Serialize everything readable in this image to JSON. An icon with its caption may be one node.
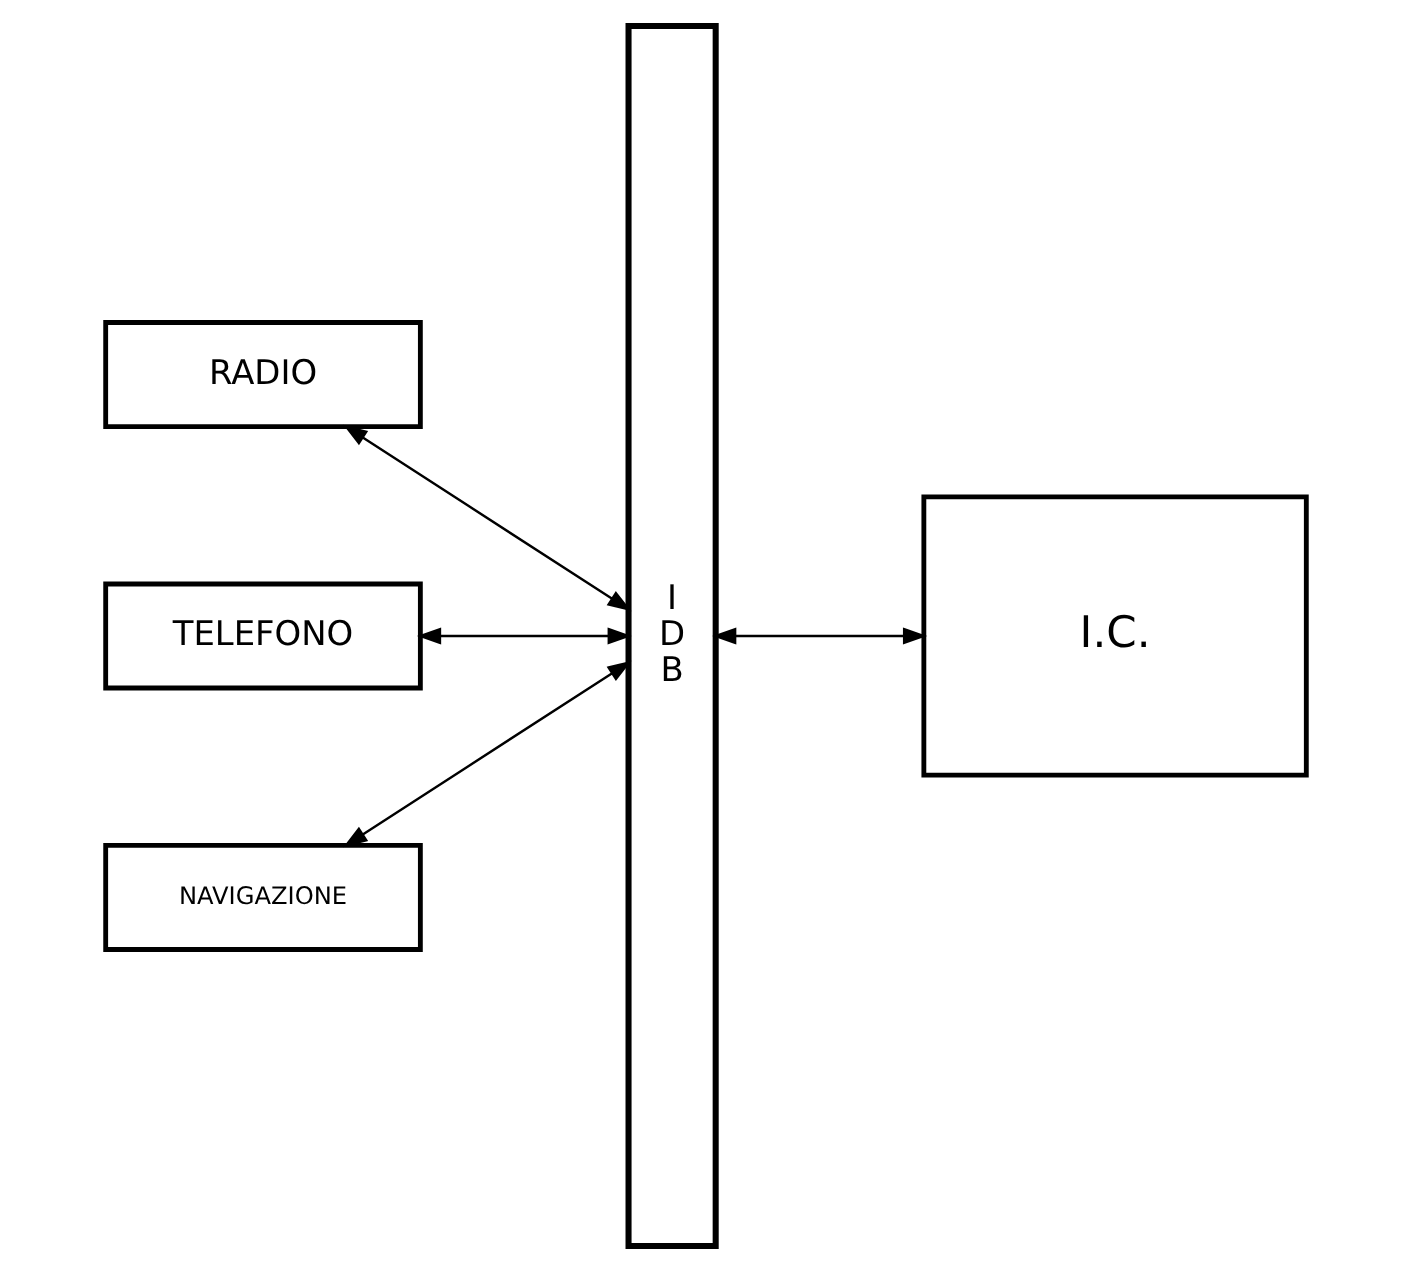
{
  "diagram": {
    "nodes": [
      {
        "text": [
          "RADIO"
        ]
      },
      {
        "text": [
          "TELEFONO"
        ]
      },
      {
        "text": [
          "NAVIGAZIONE"
        ]
      },
      {
        "text": [
          "I D B"
        ]
      },
      {
        "text": [
          "I.C."
        ]
      }
    ],
    "edges": [
      {
        "from": 0,
        "to": 3,
        "arrow": "both"
      },
      {
        "from": 1,
        "to": 3,
        "arrow": "both"
      },
      {
        "from": 2,
        "to": 3,
        "arrow": "both"
      },
      {
        "from": 3,
        "to": 4,
        "arrow": "both"
      }
    ]
  }
}
